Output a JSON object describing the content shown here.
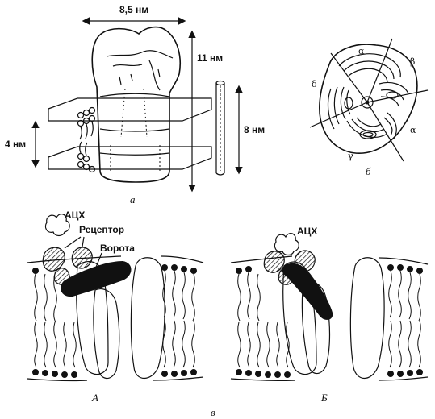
{
  "panel_a": {
    "width_label": "8,5 нм",
    "height_label": "11 нм",
    "membrane_label": "4 нм",
    "pore_label": "8 нм",
    "letter": "а"
  },
  "panel_b": {
    "subunits": [
      "α",
      "β",
      "α",
      "γ",
      "δ"
    ],
    "letter": "б"
  },
  "panel_v": {
    "ach_label_left": "АЦХ",
    "ach_label_right": "АЦХ",
    "receptor_label": "Рецептор",
    "gate_label": "Ворота",
    "state_left": "А",
    "state_right": "Б",
    "letter": "в"
  },
  "colors": {
    "ink": "#111111",
    "paper": "#ffffff"
  }
}
